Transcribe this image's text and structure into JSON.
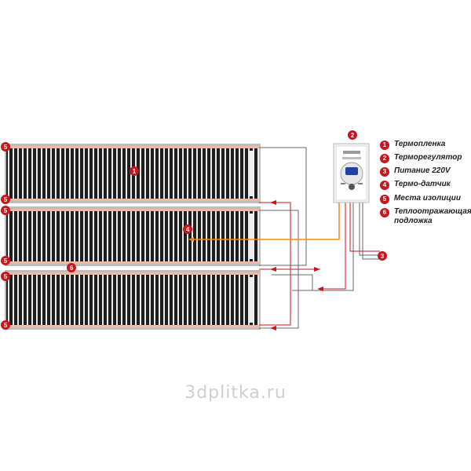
{
  "legend": [
    {
      "num": "1",
      "label": "Термопленка"
    },
    {
      "num": "2",
      "label": "Терморегулятор"
    },
    {
      "num": "3",
      "label": "Питание 220V"
    },
    {
      "num": "4",
      "label": "Термо-датчик"
    },
    {
      "num": "5",
      "label": "Места изолиции"
    },
    {
      "num": "6",
      "label": "Теплоотражающая подложка"
    }
  ],
  "markers": {
    "film": "1",
    "thermostat": "2",
    "power": "3",
    "sensor": "4",
    "insulation": "5",
    "underlay": "6"
  },
  "watermark": "3dplitka.ru",
  "colors": {
    "badge": "#c8161d",
    "wire_red": "#c8161d",
    "wire_gray": "#666666",
    "sensor_wire": "#f08a1c",
    "film_stripe": "#222222",
    "film_frame": "#b9b9b9",
    "bus_edge": "#e8a07a"
  }
}
